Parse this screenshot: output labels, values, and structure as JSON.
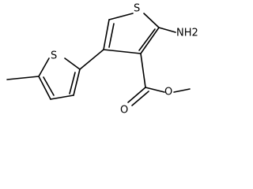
{
  "molecule": {
    "atoms": {
      "s_thiophene_a": "S",
      "s_thiophene_b": "S",
      "amino": "NH2",
      "carbonyl_o": "O",
      "ester_o": "O"
    }
  },
  "colors": {
    "bond": "#000000",
    "label": "#000000",
    "background": "#ffffff"
  }
}
